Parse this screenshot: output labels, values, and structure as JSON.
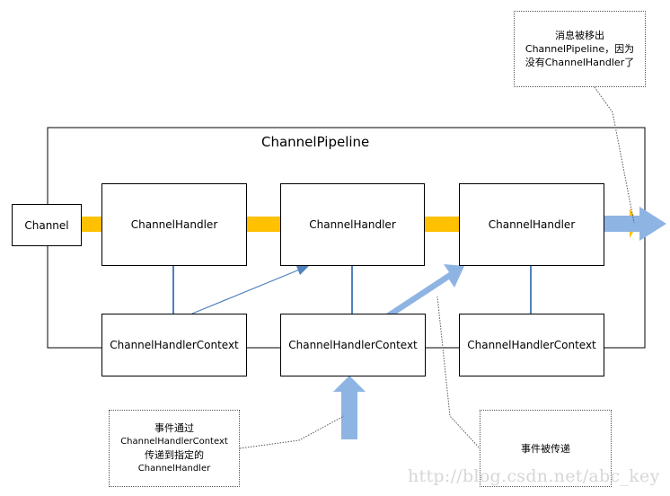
{
  "pipeline": {
    "title": "ChannelPipeline"
  },
  "channel": {
    "label": "Channel"
  },
  "handlers": [
    {
      "label": "ChannelHandler"
    },
    {
      "label": "ChannelHandler"
    },
    {
      "label": "ChannelHandler"
    }
  ],
  "contexts": [
    {
      "label": "ChannelHandlerContext"
    },
    {
      "label": "ChannelHandlerContext"
    },
    {
      "label": "ChannelHandlerContext"
    }
  ],
  "notes": {
    "exit": {
      "line1": "消息被移出",
      "line2": "ChannelPipeline，因为",
      "line3": "没有ChannelHandler了"
    },
    "context_pass": {
      "line1": "事件通过",
      "line2": "ChannelHandlerContext",
      "line3": "传递到指定的",
      "line4": "ChannelHandler"
    },
    "event_passed": {
      "line1": "事件被传递"
    }
  },
  "watermark": "http://blog.csdn.net/abc_key",
  "colors": {
    "flow_bar": "#FFC000",
    "event_arrow": "#8EB4E3",
    "connector": "#4F81BD",
    "outline": "#000000"
  }
}
